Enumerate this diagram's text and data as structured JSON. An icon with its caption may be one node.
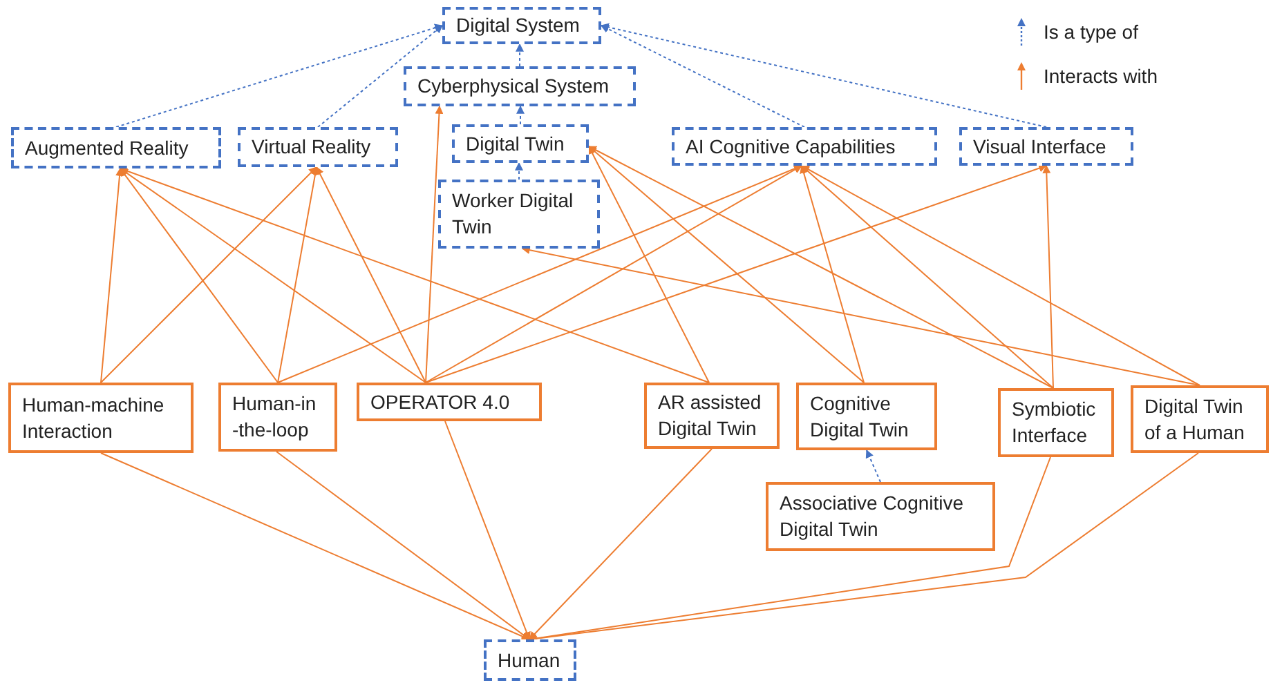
{
  "diagram": {
    "nodes": [
      {
        "text": [
          "Digital System"
        ]
      },
      {
        "text": [
          "Cyberphysical System"
        ]
      },
      {
        "text": [
          "Augmented Reality"
        ]
      },
      {
        "text": [
          "Virtual Reality"
        ]
      },
      {
        "text": [
          "Digital Twin"
        ]
      },
      {
        "text": [
          "AI Cognitive Capabilities"
        ]
      },
      {
        "text": [
          "Visual Interface"
        ]
      },
      {
        "text": [
          "Worker Digital Twin"
        ]
      },
      {
        "text": [
          "Human-machine Interaction"
        ]
      },
      {
        "text": [
          "Human-in -the-loop"
        ]
      },
      {
        "text": [
          "OPERATOR 4.0"
        ]
      },
      {
        "text": [
          "AR assisted Digital Twin"
        ]
      },
      {
        "text": [
          "Cognitive Digital Twin"
        ]
      },
      {
        "text": [
          "Symbiotic Interface"
        ]
      },
      {
        "text": [
          "Digital Twin of a Human"
        ]
      },
      {
        "text": [
          "Associative Cognitive Digital Twin"
        ]
      },
      {
        "text": [
          "Human"
        ]
      }
    ],
    "edges": [
      {
        "from": 2,
        "to": 0,
        "arrow": "to",
        "style": "dashed",
        "color": "#4472c4"
      },
      {
        "from": 3,
        "to": 0,
        "arrow": "to",
        "style": "dashed",
        "color": "#4472c4"
      },
      {
        "from": 1,
        "to": 0,
        "arrow": "to",
        "style": "dashed",
        "color": "#4472c4"
      },
      {
        "from": 5,
        "to": 0,
        "arrow": "to",
        "style": "dashed",
        "color": "#4472c4"
      },
      {
        "from": 6,
        "to": 0,
        "arrow": "to",
        "style": "dashed",
        "color": "#4472c4"
      },
      {
        "from": 4,
        "to": 1,
        "arrow": "to",
        "style": "dashed",
        "color": "#4472c4"
      },
      {
        "from": 7,
        "to": 4,
        "arrow": "to",
        "style": "dashed",
        "color": "#4472c4"
      },
      {
        "from": 15,
        "to": 12,
        "arrow": "to",
        "style": "dashed",
        "color": "#4472c4"
      },
      {
        "from": 8,
        "to": 2,
        "arrow": "to"
      },
      {
        "from": 9,
        "to": 2,
        "arrow": "to"
      },
      {
        "from": 10,
        "to": 2,
        "arrow": "to"
      },
      {
        "from": 11,
        "to": 2,
        "arrow": "to"
      },
      {
        "from": 8,
        "to": 3,
        "arrow": "to"
      },
      {
        "from": 9,
        "to": 3,
        "arrow": "to"
      },
      {
        "from": 10,
        "to": 3,
        "arrow": "to"
      },
      {
        "from": 10,
        "to": 1,
        "arrow": "to"
      },
      {
        "from": 11,
        "to": 4,
        "arrow": "to"
      },
      {
        "from": 12,
        "to": 4,
        "arrow": "to"
      },
      {
        "from": 13,
        "to": 4,
        "arrow": "to"
      },
      {
        "from": 14,
        "to": 7,
        "arrow": "to"
      },
      {
        "from": 9,
        "to": 5,
        "arrow": "to"
      },
      {
        "from": 10,
        "to": 5,
        "arrow": "to"
      },
      {
        "from": 12,
        "to": 5,
        "arrow": "to"
      },
      {
        "from": 13,
        "to": 5,
        "arrow": "to"
      },
      {
        "from": 14,
        "to": 5,
        "arrow": "to"
      },
      {
        "from": 10,
        "to": 6,
        "arrow": "to"
      },
      {
        "from": 13,
        "to": 6,
        "arrow": "to"
      },
      {
        "from": 8,
        "to": 16,
        "arrow": "to"
      },
      {
        "from": 9,
        "to": 16,
        "arrow": "to"
      },
      {
        "from": 10,
        "to": 16,
        "arrow": "to"
      },
      {
        "from": 11,
        "to": 16,
        "arrow": "to"
      },
      {
        "from": 13,
        "to": 16,
        "arrow": "to"
      },
      {
        "from": 14,
        "to": 16,
        "arrow": "to"
      }
    ],
    "legend": [
      {
        "text": "Is a type of"
      },
      {
        "text": "Interacts with"
      }
    ]
  }
}
